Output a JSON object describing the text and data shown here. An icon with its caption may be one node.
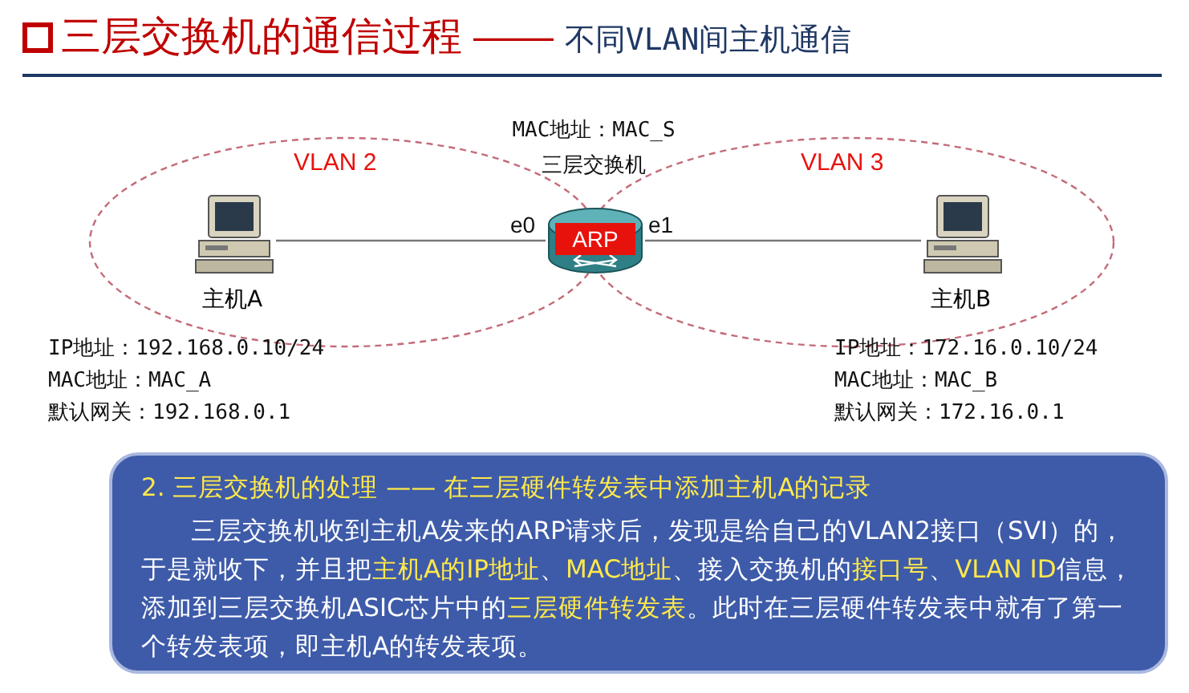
{
  "diagram": {
    "title": "三层交换机的通信过程 —— *不同VLAN间主机通信*",
    "nodes": [
      {
        "text": [
          "VLAN 2"
        ]
      },
      {
        "text": [
          "VLAN 3"
        ]
      },
      {
        "text": [
          "主机A"
        ],
        "in": 0,
        "beside": [
          "IP地址：192.168.0.10/24",
          "MAC地址：MAC_A",
          "默认网关：192.168.0.1"
        ]
      },
      {
        "text": [
          "ARP"
        ],
        "beside": [
          "MAC地址：MAC_S",
          "三层交换机"
        ]
      },
      {
        "text": [
          "主机B"
        ],
        "in": 1,
        "beside": [
          "IP地址：172.16.0.10/24",
          "MAC地址：MAC_B",
          "默认网关：172.16.0.1"
        ]
      },
      {
        "text": [
          "2. 三层交换机的处理 —— 在三层硬件转发表中添加主机A的记录",
          "三层交换机收到主机A发来的ARP请求后，发现是给自己的VLAN2接口（SVI）的，于是就收下，并且把**主机A的IP地址**、**MAC地址**、接入交换机的**接口号**、**VLAN ID**信息，添加到三层交换机ASIC芯片中的**三层硬件转发表**。此时在三层硬件转发表中就有了第一个转发表项，即主机A的转发表项。"
        ]
      }
    ],
    "edges": [
      {
        "from": 2,
        "to": 3,
        "arrow": "none"
      },
      {
        "from": 3,
        "to": 4,
        "arrow": "none"
      }
    ],
    "labels": [
      "e0",
      "e1"
    ]
  }
}
